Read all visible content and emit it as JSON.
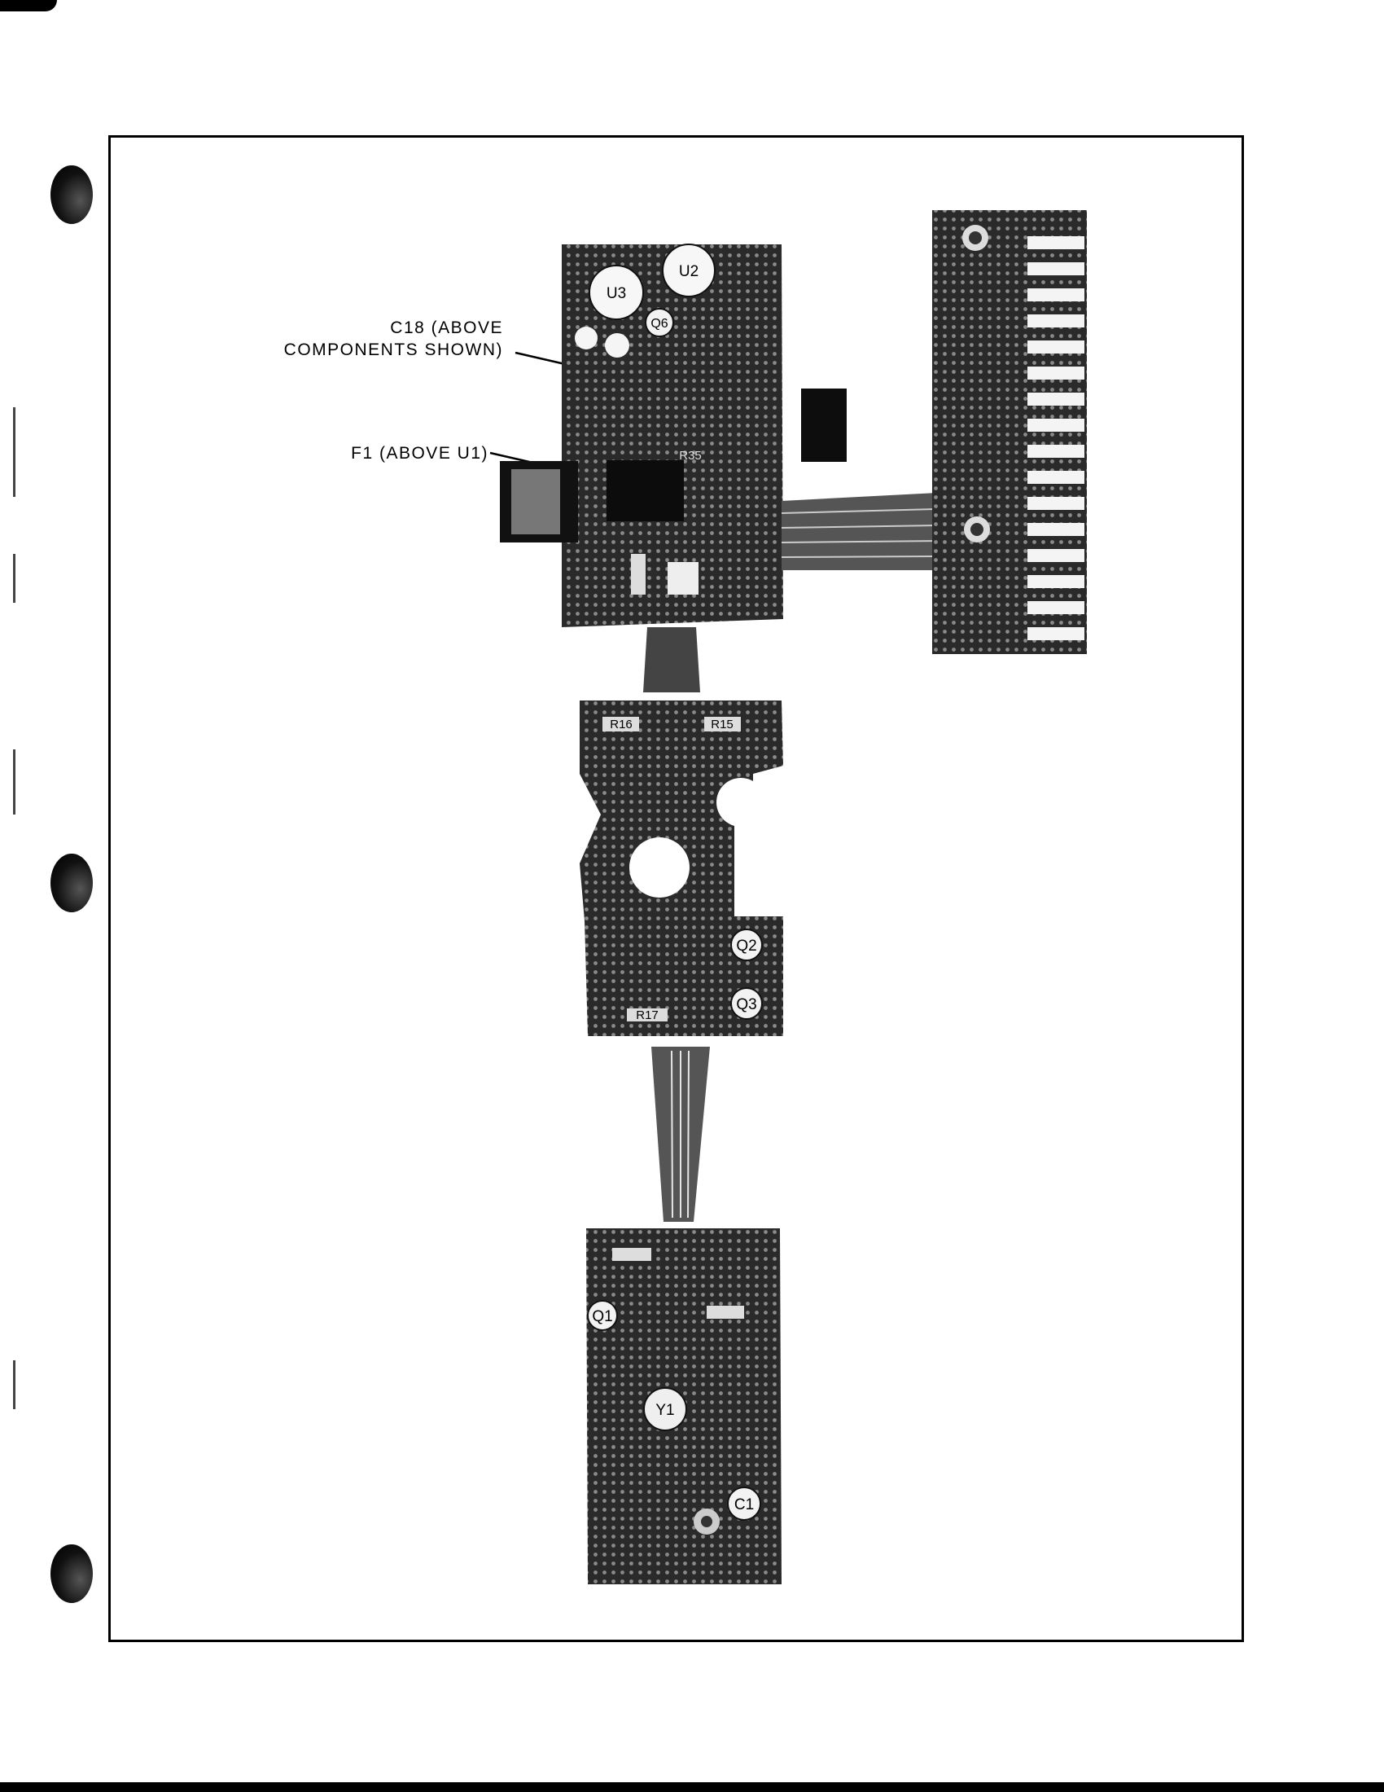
{
  "callouts": {
    "c18_line1": "C18 (ABOVE",
    "c18_line2": "COMPONENTS SHOWN)",
    "f1": "F1 (ABOVE U1)"
  },
  "component_labels": {
    "u3": "U3",
    "u2": "U2",
    "q6": "Q6",
    "r35": "R35",
    "r16": "R16",
    "r15": "R15",
    "q2": "Q2",
    "q3": "Q3",
    "r17": "R17",
    "q1": "Q1",
    "y1": "Y1",
    "c1": "C1"
  },
  "colors": {
    "board": "#2a2a2a",
    "pad": "#8a8a8a",
    "ink": "#000000"
  }
}
